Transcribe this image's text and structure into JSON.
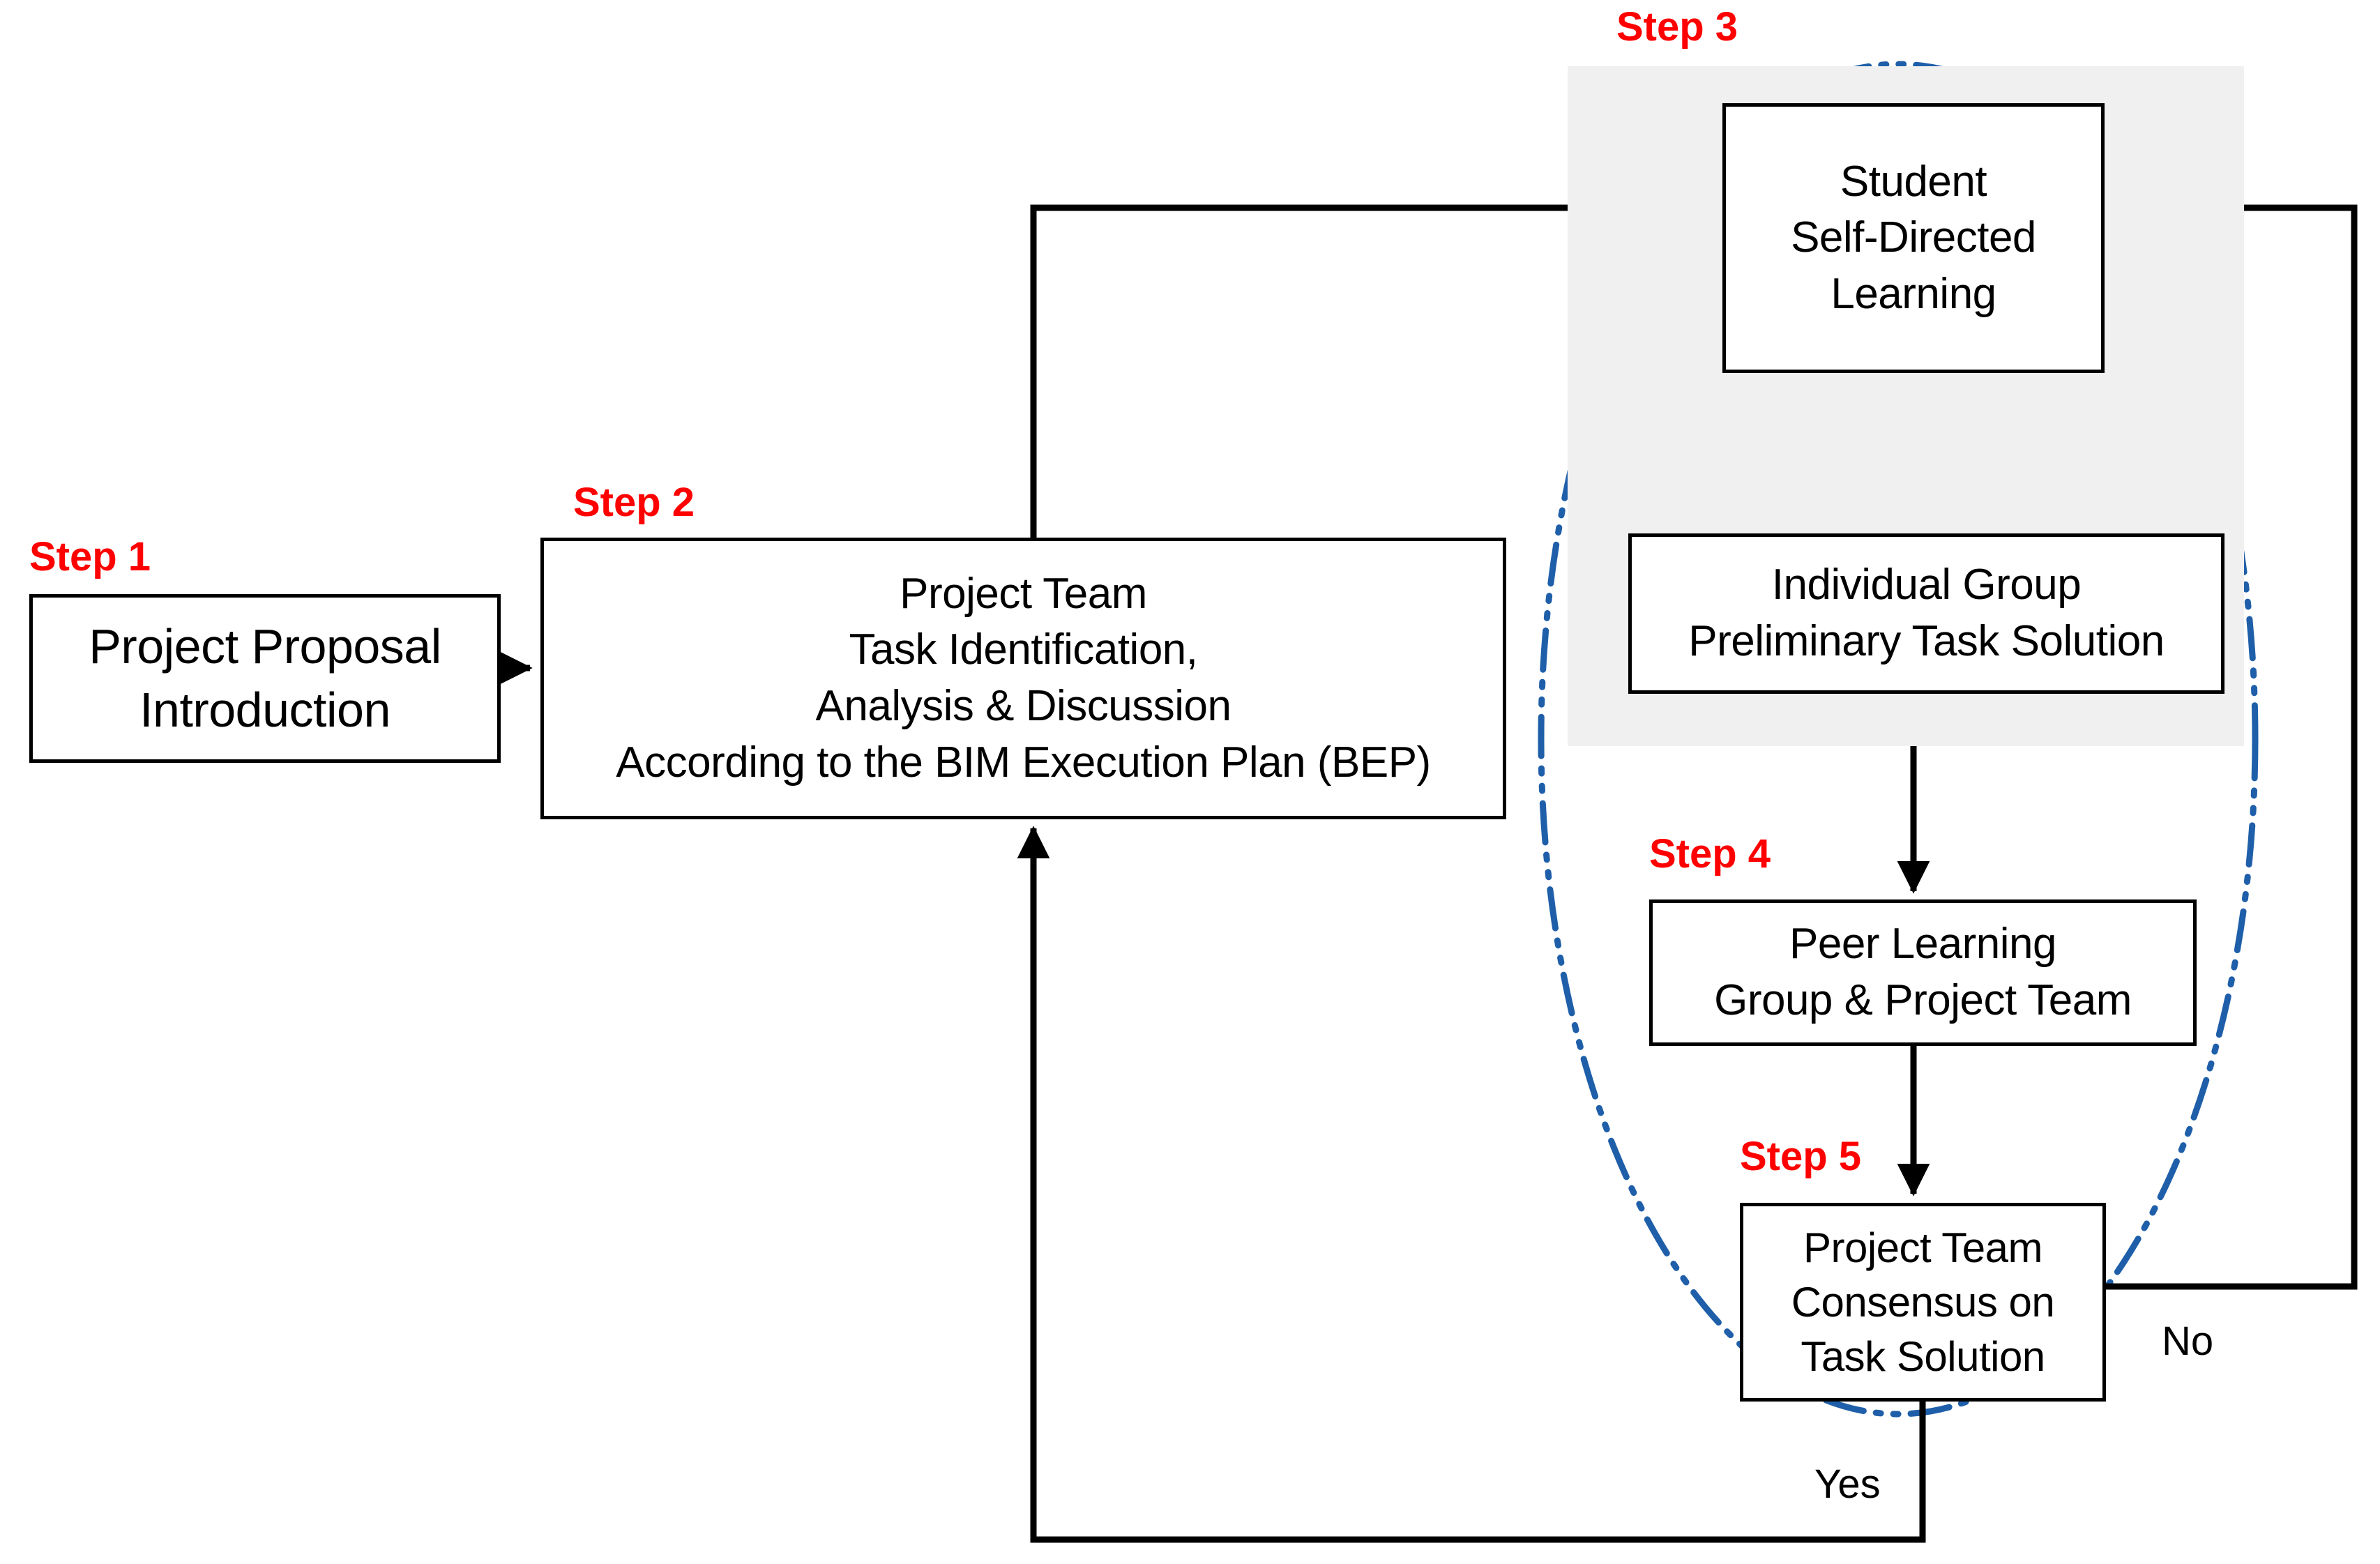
{
  "diagram": {
    "title": "Project-Based Learning Process Flowchart",
    "colors": {
      "step_label": "#FF0000",
      "node_border": "#000000",
      "node_fill": "#FFFFFF",
      "shaded_region": "#F0F0F0",
      "ellipse_stroke": "#1F5FA9",
      "connector": "#000000"
    }
  },
  "steps": {
    "step1": "Step 1",
    "step2": "Step 2",
    "step3": "Step 3",
    "step4": "Step 4",
    "step5": "Step 5"
  },
  "nodes": {
    "project_proposal": {
      "lines": [
        "Project Proposal",
        "Introduction"
      ]
    },
    "project_team_task": {
      "lines": [
        "Project Team",
        "Task Identification,",
        "Analysis & Discussion",
        "According to the BIM Execution Plan (BEP)"
      ]
    },
    "student_self_directed": {
      "lines": [
        "Student",
        "Self-Directed",
        "Learning"
      ]
    },
    "individual_group": {
      "lines": [
        "Individual Group",
        "Preliminary Task Solution"
      ]
    },
    "peer_learning": {
      "lines": [
        "Peer Learning",
        "Group & Project Team"
      ]
    },
    "consensus": {
      "lines": [
        "Project Team",
        "Consensus on",
        "Task Solution"
      ]
    }
  },
  "edge_labels": {
    "yes": "Yes",
    "no": "No"
  }
}
